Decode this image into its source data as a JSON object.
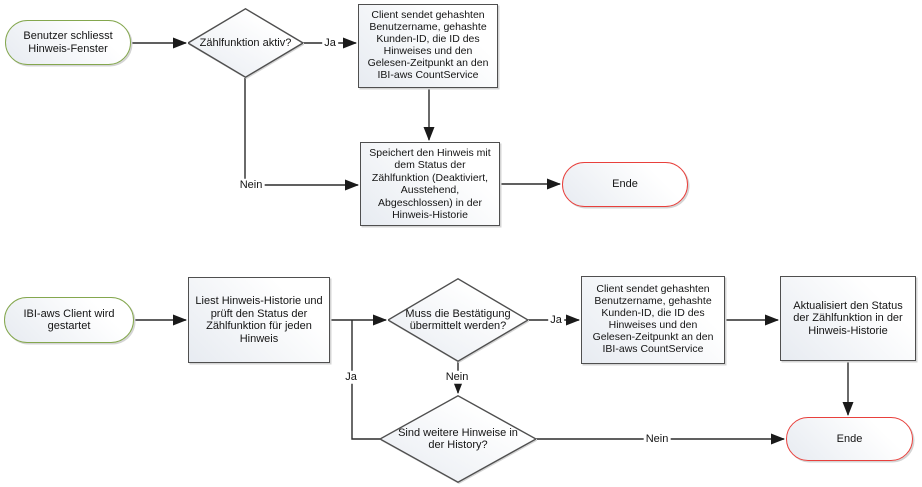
{
  "colors": {
    "start_border": "#84a74e",
    "end_border": "#e8403c",
    "shape_border": "#4f4f4f",
    "line": "#2b2b2b"
  },
  "flow1": {
    "start": "Benutzer schliesst Hinweis-Fenster",
    "decision_zaehlfunktion": "Zählfunktion aktiv?",
    "process_client_sendet": "Client sendet gehashten Benutzername, gehashte Kunden-ID, die ID des Hinweises und den Gelesen-Zeitpunkt an den IBI-aws CountService",
    "process_speichert": "Speichert den Hinweis mit dem Status der Zählfunktion (Deaktiviert, Ausstehend, Abgeschlossen) in der Hinweis-Historie",
    "end": "Ende",
    "edge_ja": "Ja",
    "edge_nein": "Nein"
  },
  "flow2": {
    "start": "IBI-aws Client wird gestartet",
    "process_liest": "Liest Hinweis-Historie und prüft den Status der Zählfunktion für jeden Hinweis",
    "decision_bestaetigung": "Muss die Bestätigung übermittelt werden?",
    "process_client_sendet": "Client sendet gehashten Benutzername, gehashte Kunden-ID, die ID des Hinweises und den Gelesen-Zeitpunkt an den IBI-aws CountService",
    "process_aktualisiert": "Aktualisiert den Status der Zählfunktion in der Hinweis-Historie",
    "decision_weitere": "Sind weitere Hinweise in der History?",
    "end": "Ende",
    "edge_ja": "Ja",
    "edge_nein": "Nein",
    "edge_loop_ja": "Ja",
    "edge_weitere_nein": "Nein"
  }
}
